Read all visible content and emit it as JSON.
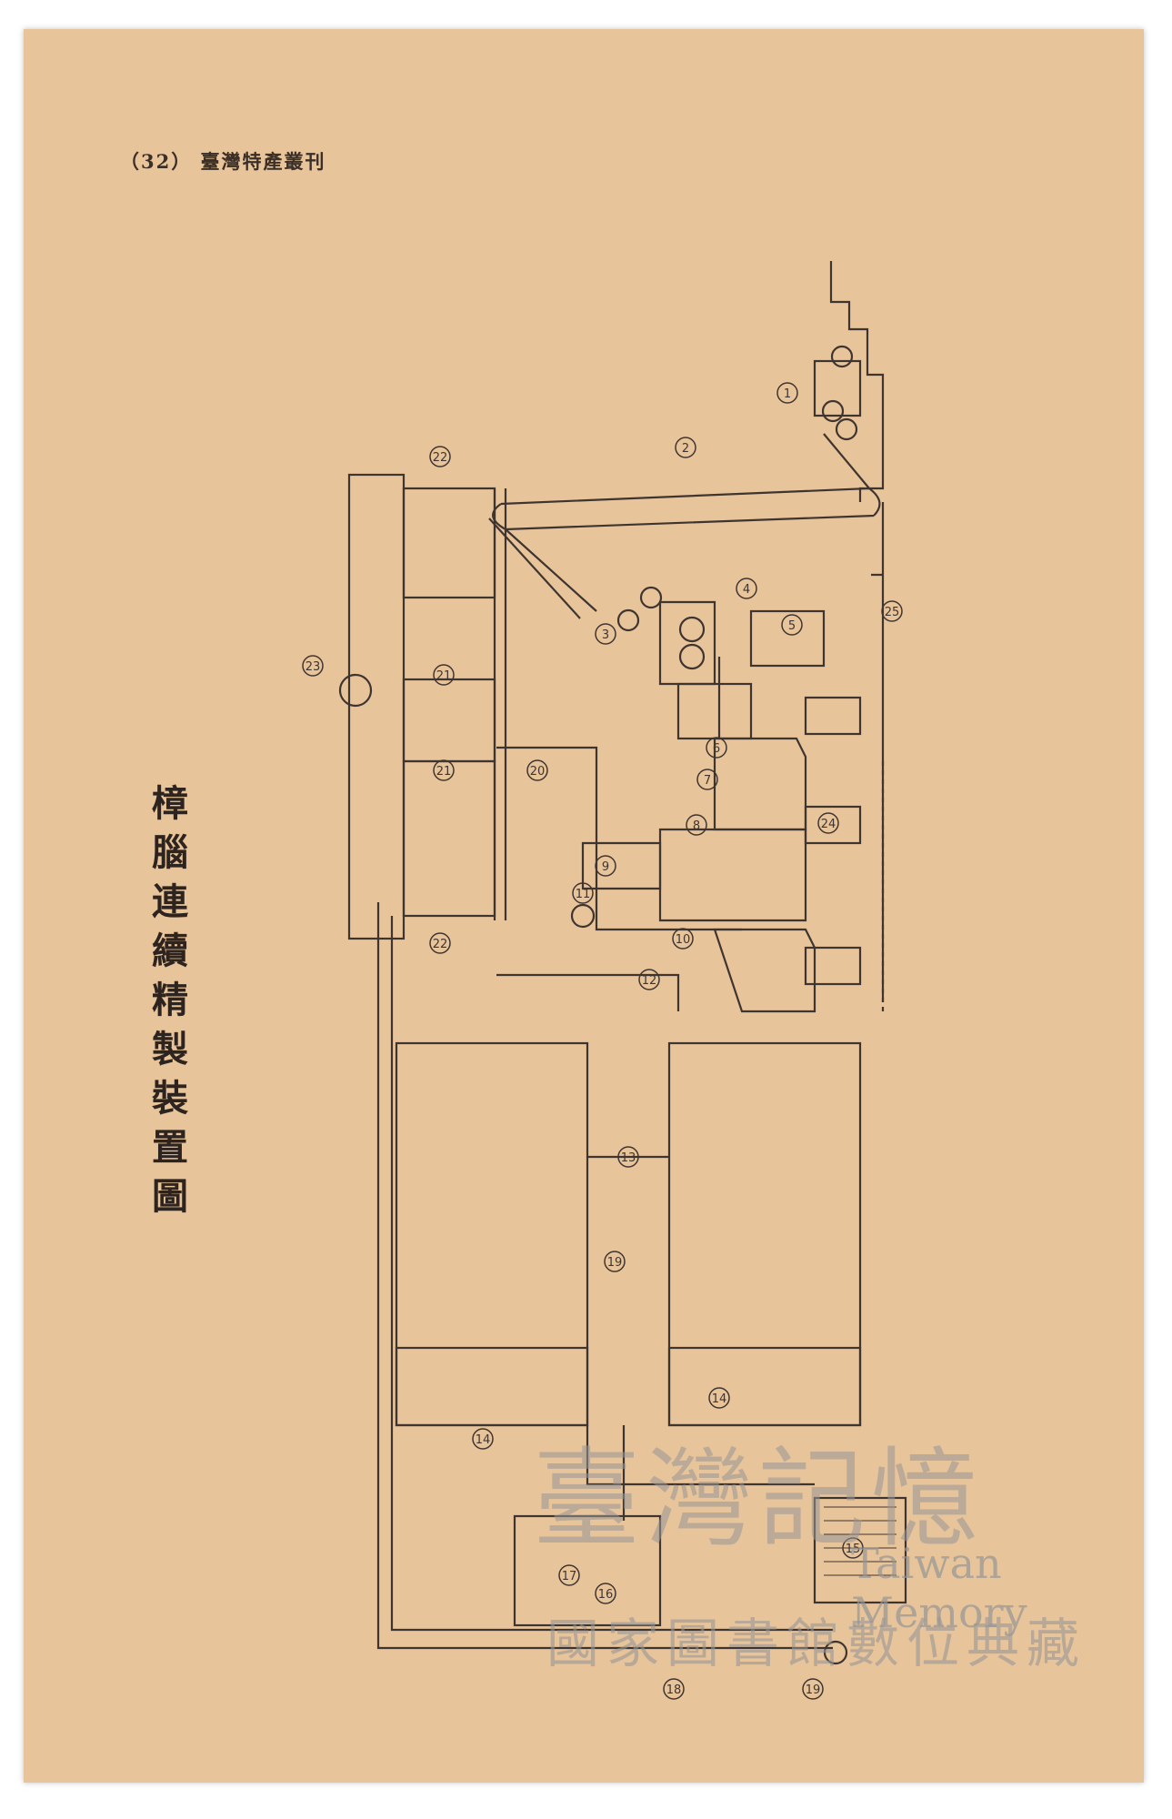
{
  "header": {
    "page_no": "（32）",
    "journal": "臺灣特產叢刊"
  },
  "figure": {
    "title": "樟腦連續精製裝置圖"
  },
  "labels": [
    "1",
    "2",
    "3",
    "4",
    "5",
    "6",
    "7",
    "8",
    "9",
    "10",
    "11",
    "12",
    "13",
    "14",
    "14",
    "15",
    "16",
    "17",
    "18",
    "19",
    "19",
    "20",
    "21",
    "21",
    "22",
    "22",
    "23",
    "24",
    "25"
  ],
  "watermark": {
    "script": "臺灣記憶",
    "latin": "Taiwan Memory",
    "institution": "國家圖書館數位典藏"
  },
  "colors": {
    "paper": "#e8c49a",
    "ink": "#3f3530"
  }
}
